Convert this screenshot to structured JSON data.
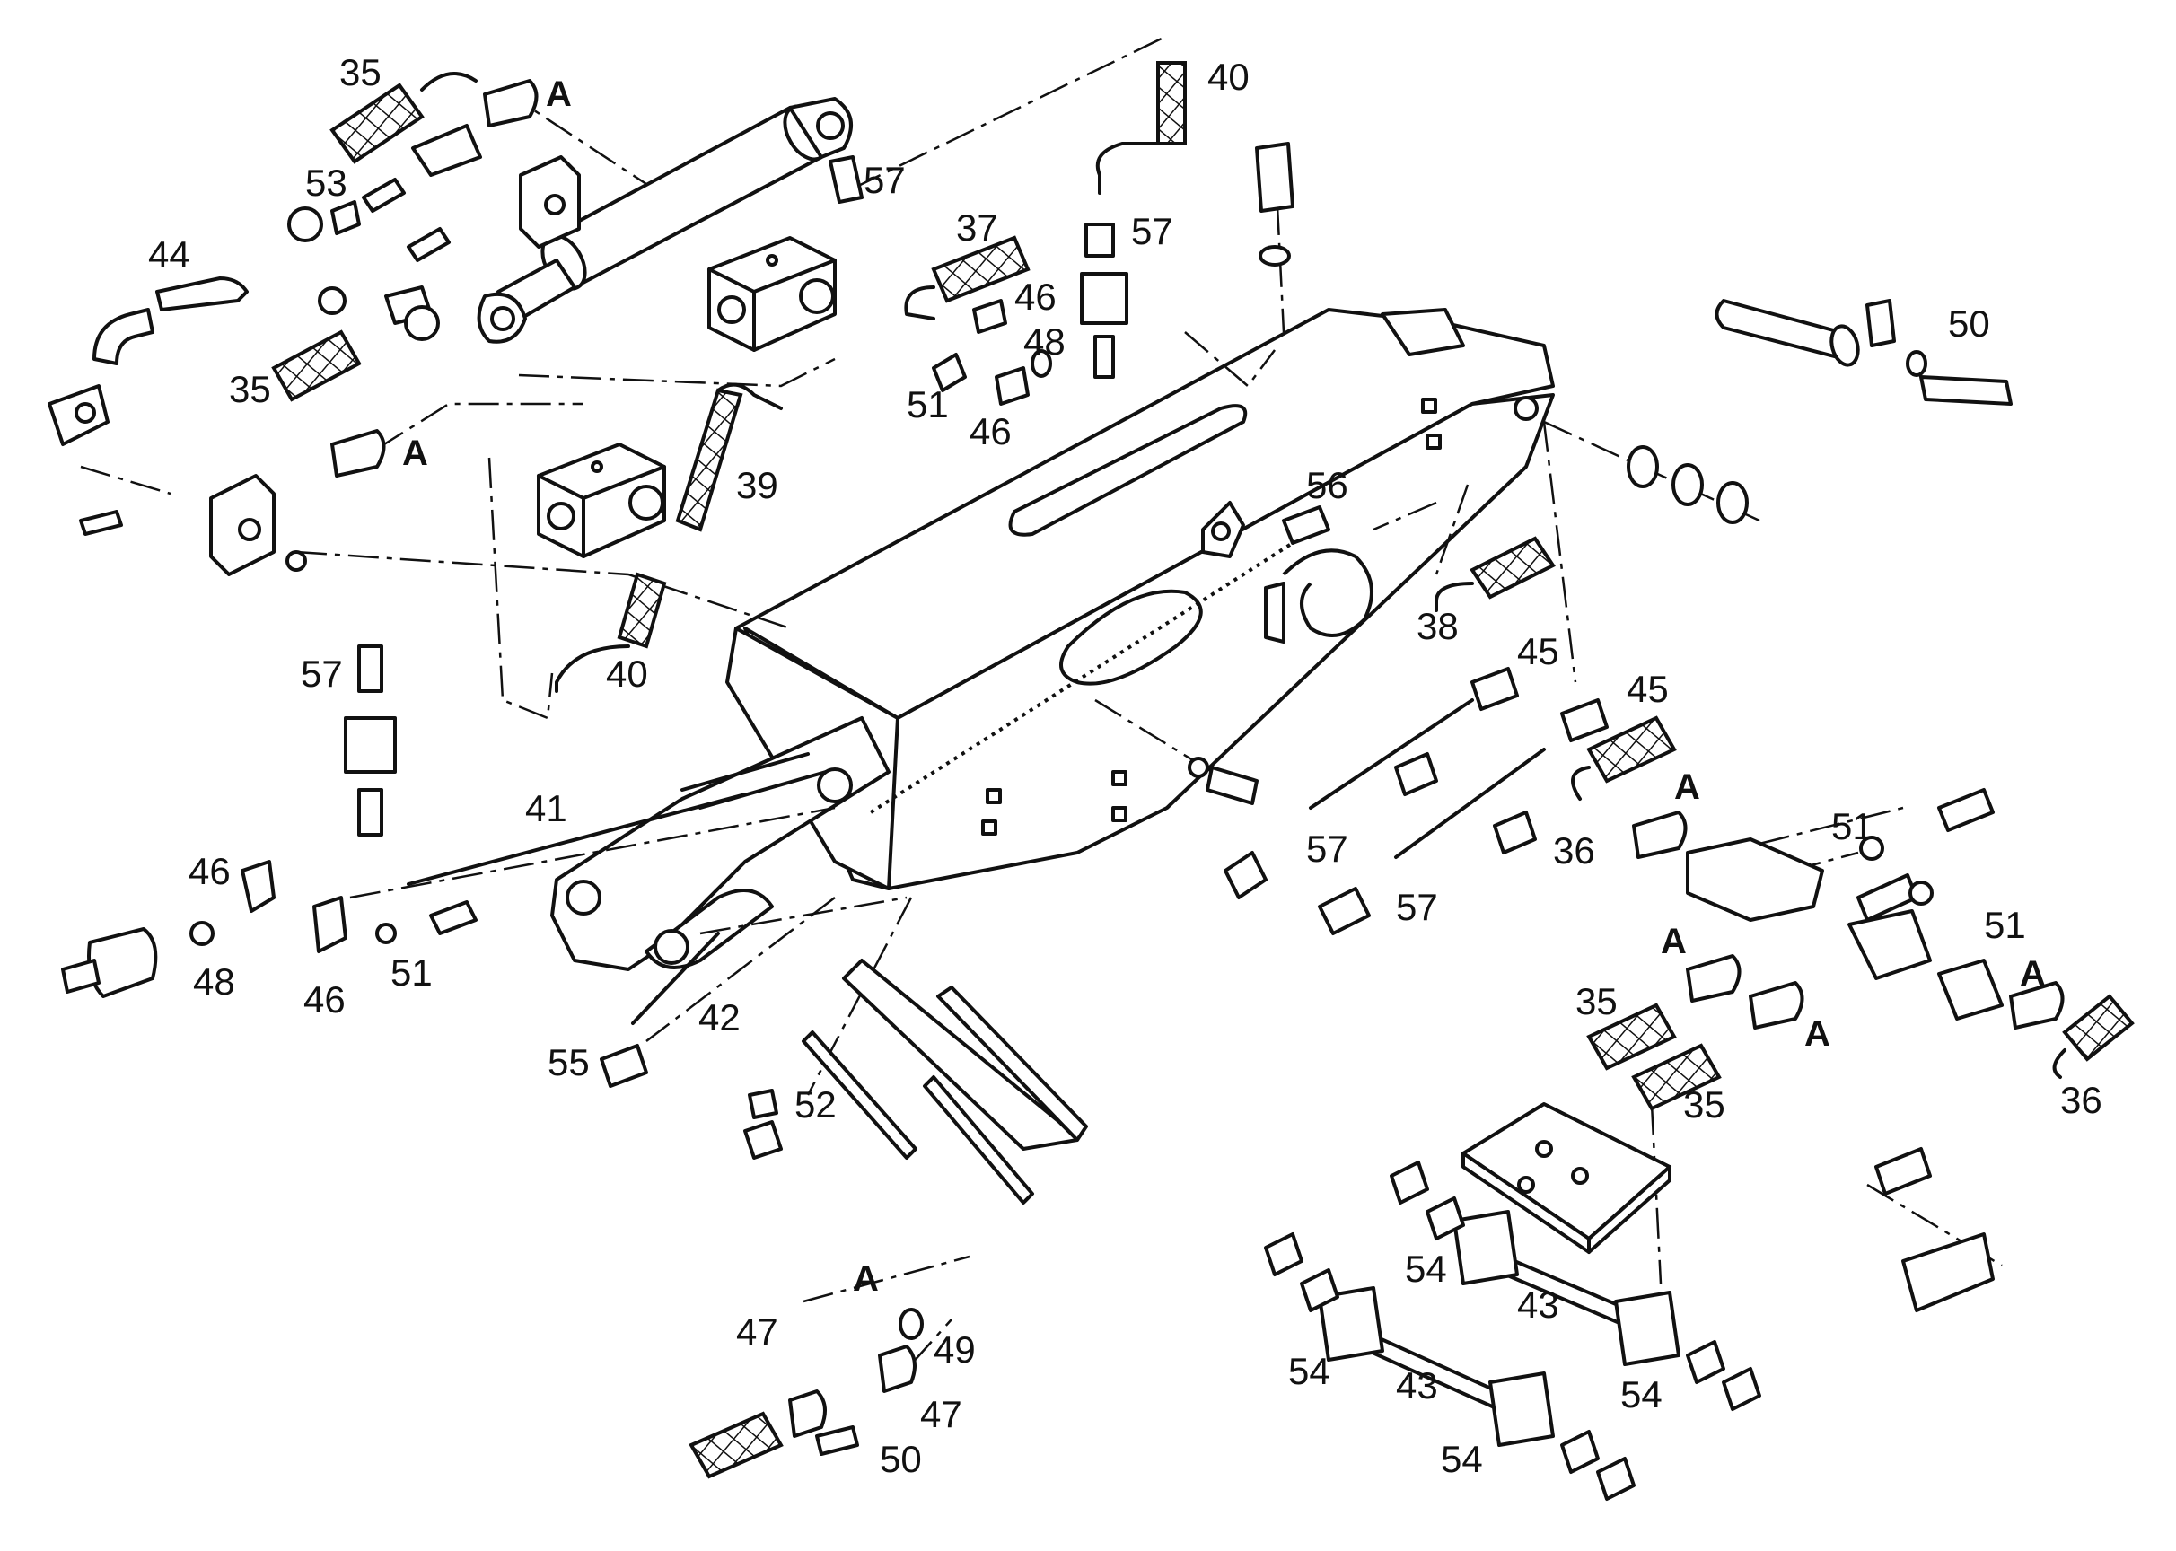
{
  "diagram": {
    "labels": [
      {
        "id": "c35a",
        "text": "35"
      },
      {
        "id": "cA1",
        "text": "A"
      },
      {
        "id": "c40a",
        "text": "40"
      },
      {
        "id": "c53",
        "text": "53"
      },
      {
        "id": "c57a",
        "text": "57"
      },
      {
        "id": "c57b",
        "text": "57"
      },
      {
        "id": "c44",
        "text": "44"
      },
      {
        "id": "c37",
        "text": "37"
      },
      {
        "id": "c46a",
        "text": "46"
      },
      {
        "id": "c48a",
        "text": "48"
      },
      {
        "id": "c51a",
        "text": "51"
      },
      {
        "id": "c46b",
        "text": "46"
      },
      {
        "id": "c50a",
        "text": "50"
      },
      {
        "id": "c35b",
        "text": "35"
      },
      {
        "id": "cA2",
        "text": "A"
      },
      {
        "id": "c39",
        "text": "39"
      },
      {
        "id": "c56",
        "text": "56"
      },
      {
        "id": "c38",
        "text": "38"
      },
      {
        "id": "c45a",
        "text": "45"
      },
      {
        "id": "c45b",
        "text": "45"
      },
      {
        "id": "c57c",
        "text": "57"
      },
      {
        "id": "c40b",
        "text": "40"
      },
      {
        "id": "c41",
        "text": "41"
      },
      {
        "id": "cA3",
        "text": "A"
      },
      {
        "id": "c36a",
        "text": "36"
      },
      {
        "id": "c51b",
        "text": "51"
      },
      {
        "id": "c46c",
        "text": "46"
      },
      {
        "id": "c57d",
        "text": "57"
      },
      {
        "id": "c51c",
        "text": "51"
      },
      {
        "id": "c57e",
        "text": "57"
      },
      {
        "id": "c48b",
        "text": "48"
      },
      {
        "id": "c46d",
        "text": "46"
      },
      {
        "id": "c51d",
        "text": "51"
      },
      {
        "id": "cA4",
        "text": "A"
      },
      {
        "id": "cA5",
        "text": "A"
      },
      {
        "id": "c35c",
        "text": "35"
      },
      {
        "id": "c42",
        "text": "42"
      },
      {
        "id": "cA6",
        "text": "A"
      },
      {
        "id": "c55",
        "text": "55"
      },
      {
        "id": "c52",
        "text": "52"
      },
      {
        "id": "c35d",
        "text": "35"
      },
      {
        "id": "c36b",
        "text": "36"
      },
      {
        "id": "c54a",
        "text": "54"
      },
      {
        "id": "c43a",
        "text": "43"
      },
      {
        "id": "cA7",
        "text": "A"
      },
      {
        "id": "c47a",
        "text": "47"
      },
      {
        "id": "c49",
        "text": "49"
      },
      {
        "id": "c54b",
        "text": "54"
      },
      {
        "id": "c43b",
        "text": "43"
      },
      {
        "id": "c54c",
        "text": "54"
      },
      {
        "id": "c47b",
        "text": "47"
      },
      {
        "id": "c50b",
        "text": "50"
      },
      {
        "id": "c54d",
        "text": "54"
      }
    ]
  }
}
